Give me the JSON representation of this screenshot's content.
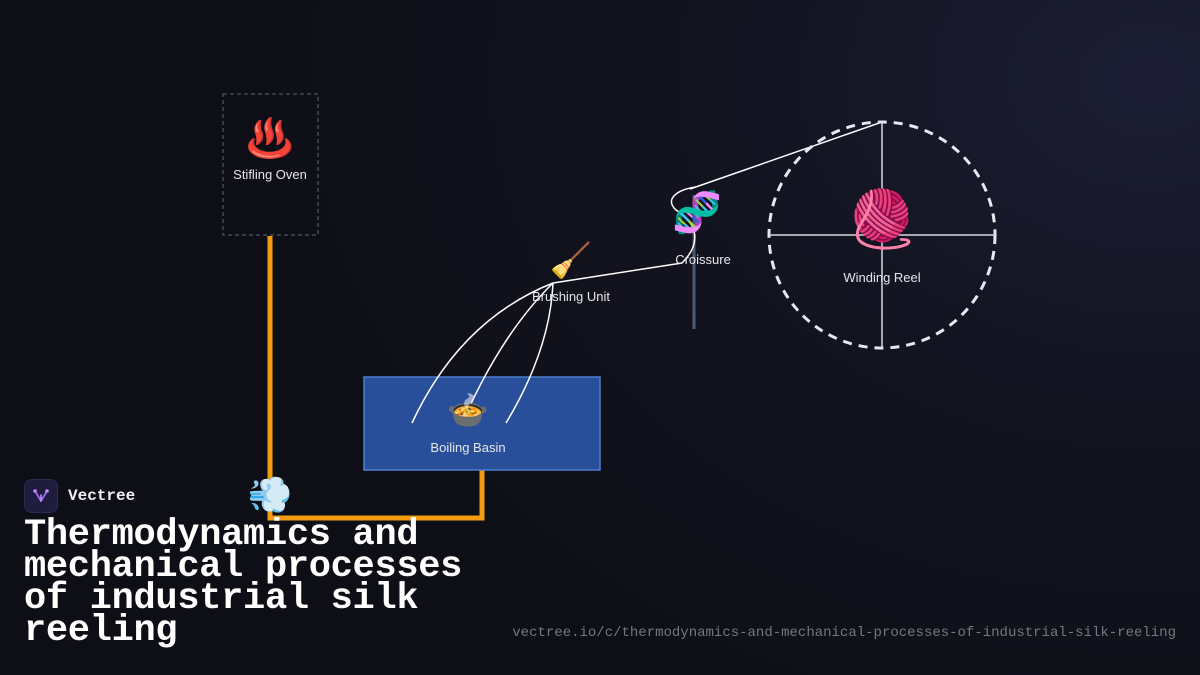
{
  "brand": {
    "name": "Vectree",
    "logo_icon": "vectree-logo-icon"
  },
  "title": "Thermodynamics and mechanical processes of industrial silk reeling",
  "url": "vectree.io/c/thermodynamics-and-mechanical-processes-of-industrial-silk-reeling",
  "colors": {
    "steam_pipe": "#f39c12",
    "basin_fill": "#2a4f9a",
    "basin_border": "#4a7fd0",
    "silk_thread": "#ffffff",
    "reel_rim": "#e8e8f0",
    "oven_border": "#3d4a5c"
  },
  "diagram": {
    "nodes": {
      "oven": {
        "label": "Stifling Oven",
        "icon": "hot-springs-icon",
        "glyph": "♨️"
      },
      "steam": {
        "label": "",
        "icon": "steam-puff-icon",
        "glyph": "💨"
      },
      "basin": {
        "label": "Boiling Basin",
        "icon": "pot-of-food-icon",
        "glyph": "🍲"
      },
      "brush": {
        "label": "Brushing Unit",
        "icon": "broom-icon",
        "glyph": "🧹"
      },
      "croissure": {
        "label": "Croissure",
        "icon": "dna-icon",
        "glyph": "🧬"
      },
      "reel": {
        "label": "Winding Reel",
        "icon": "yarn-ball-icon",
        "glyph": "🧶"
      }
    }
  }
}
